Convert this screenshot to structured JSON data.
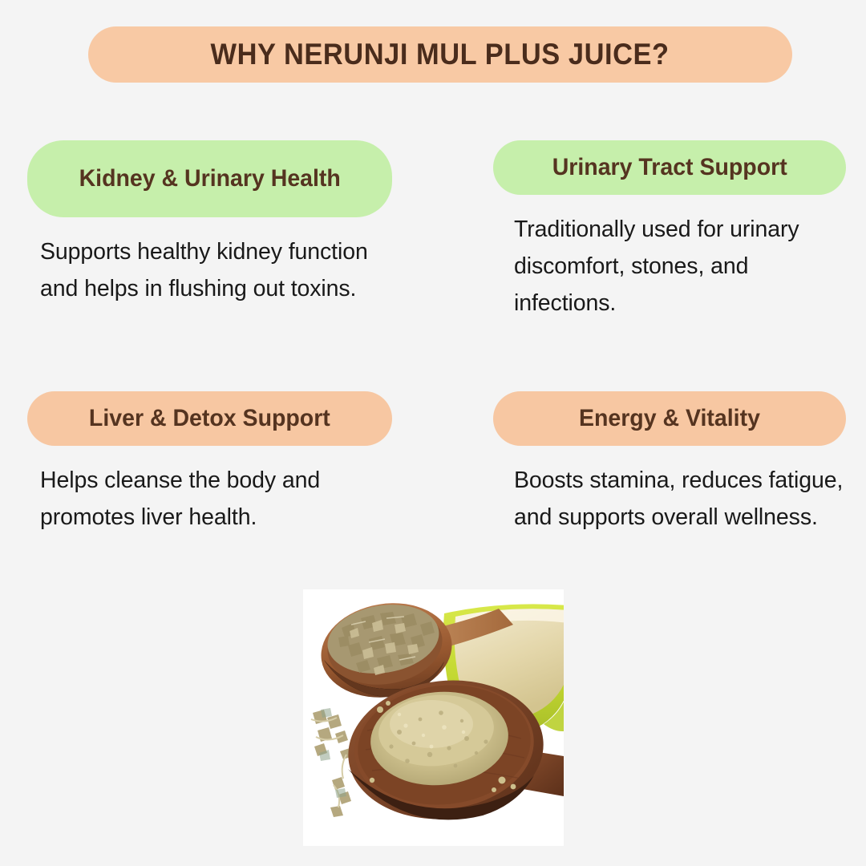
{
  "header": {
    "title": "WHY NERUNJI MUL PLUS JUICE?",
    "pill_color": "#f8c9a4",
    "text_color": "#4a2c1c"
  },
  "background_color": "#f4f4f4",
  "benefits": [
    {
      "title": "Kidney & Urinary Health",
      "body": "Supports healthy kidney function and helps in flushing out toxins.",
      "pill_color": "#c6efab",
      "title_color": "#553420",
      "position": "top-left"
    },
    {
      "title": "Urinary Tract Support",
      "body": "Traditionally used for urinary discomfort, stones, and infections.",
      "pill_color": "#c6efab",
      "title_color": "#553420",
      "position": "top-right"
    },
    {
      "title": "Liver & Detox Support",
      "body": "Helps cleanse the body and promotes liver health.",
      "pill_color": "#f7c7a2",
      "title_color": "#553420",
      "position": "bottom-left"
    },
    {
      "title": "Energy & Vitality",
      "body": "Boosts stamina, reduces fatigue, and supports overall wellness.",
      "pill_color": "#f7c7a2",
      "title_color": "#553420",
      "position": "bottom-right"
    }
  ],
  "photo": {
    "name": "herb-spoons-bowl-photo",
    "description": "Wooden spoon with dried herb chips, green-yellow bowl of pale liquid, and large wooden spoon heaped with herbal powder",
    "colors": {
      "backdrop": "#ffffff",
      "wood_light": "#b5764a",
      "wood_dark": "#7b4a2b",
      "wood_deep": "#5e3venture",
      "herb_chips": "#a79871",
      "powder": "#cdc08d",
      "bowl_rim": "#c8dd3c",
      "bowl_liquid": "#e6dbb4"
    }
  }
}
